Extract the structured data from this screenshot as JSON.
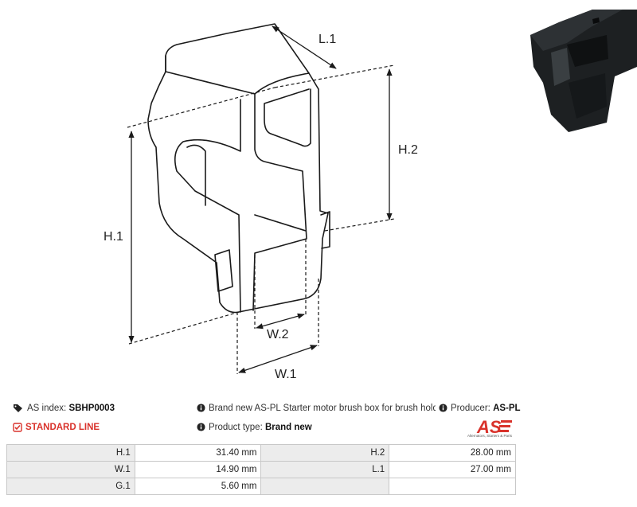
{
  "dimension_labels": {
    "l1": "L.1",
    "h1": "H.1",
    "h2": "H.2",
    "w1": "W.1",
    "w2": "W.2"
  },
  "info": {
    "index_label": "AS index:",
    "index_value": "SBHP0003",
    "standard_line": "STANDARD LINE",
    "description": "Brand new AS-PL Starter motor brush box for brush holde",
    "product_type_label": "Product type:",
    "product_type_value": "Brand new",
    "producer_label": "Producer:",
    "producer_value": "AS-PL"
  },
  "logo": {
    "mark": "AS",
    "tagline": "Alternators, Starters & Parts",
    "color": "#d9322b"
  },
  "specs": [
    [
      {
        "label": "H.1",
        "value": "31.40 mm"
      },
      {
        "label": "H.2",
        "value": "28.00 mm"
      }
    ],
    [
      {
        "label": "W.1",
        "value": "14.90 mm"
      },
      {
        "label": "L.1",
        "value": "27.00 mm"
      }
    ],
    [
      {
        "label": "G.1",
        "value": "5.60 mm"
      },
      {
        "label": "",
        "value": ""
      }
    ]
  ]
}
